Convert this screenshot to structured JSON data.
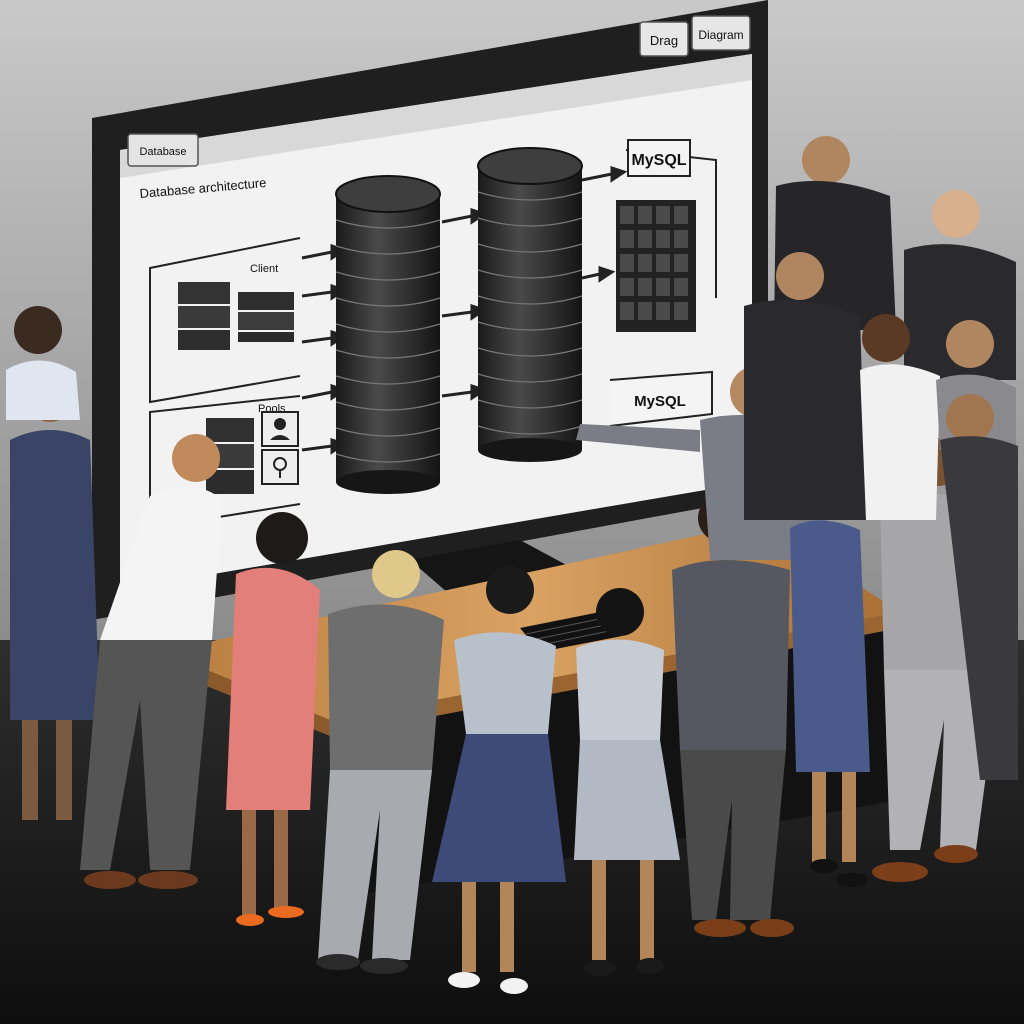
{
  "screen": {
    "top_buttons": [
      "Drag",
      "Diagram"
    ],
    "panel_tag": "Database",
    "heading": "Database architecture",
    "group_top_label": "Client",
    "group_bottom_label": "Pools",
    "callout_top": "MySQL",
    "callout_bottom": "MySQL"
  },
  "colors": {
    "wall": "#9a9a9a",
    "floor": "#1c1c1c",
    "bezel": "#1f1f1f",
    "screen_bg": "#f2f2f2",
    "desk": "#c8904e",
    "cylinder": "#2b2b2b"
  }
}
